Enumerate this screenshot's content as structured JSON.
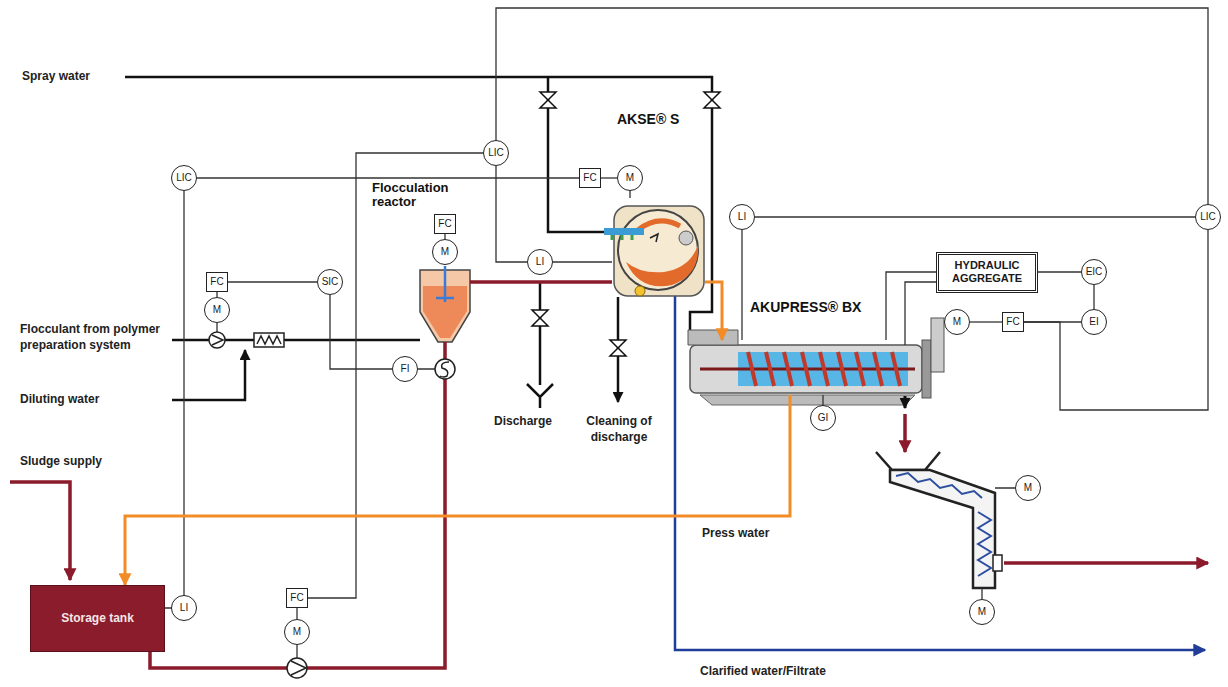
{
  "diagram": {
    "nodes": [
      {
        "text": [
          "LIC"
        ]
      },
      {
        "text": [
          "LIC"
        ]
      },
      {
        "text": [
          "FC"
        ]
      },
      {
        "text": [
          "M"
        ]
      },
      {
        "text": [
          "Flocculation reactor"
        ]
      },
      {
        "text": [
          "FC"
        ]
      },
      {
        "text": [
          "M"
        ]
      },
      {
        "text": [
          "AKSE® S"
        ]
      },
      {
        "text": [
          "FC"
        ]
      },
      {
        "text": [
          "M"
        ]
      },
      {
        "text": [
          "SIC"
        ]
      },
      {
        "text": [
          "LI"
        ]
      },
      {
        "text": [
          "LI"
        ]
      },
      {
        "text": [
          "LIC"
        ]
      },
      {
        "text": [
          "HYDRAULIC AGGREGATE"
        ]
      },
      {
        "text": [
          "EIC"
        ]
      },
      {
        "text": [
          "EI"
        ]
      },
      {
        "text": [
          "M"
        ]
      },
      {
        "text": [
          "FC"
        ]
      },
      {
        "text": [
          "AKUPRESS® BX"
        ]
      },
      {
        "text": [
          "FI"
        ]
      },
      {
        "text": [
          "GI"
        ]
      },
      {
        "text": [
          "Storage tank"
        ]
      },
      {
        "text": [
          "LI"
        ]
      },
      {
        "text": [
          "FC"
        ]
      },
      {
        "text": [
          "M"
        ]
      },
      {
        "text": [
          "M"
        ]
      },
      {
        "text": [
          "M"
        ]
      }
    ],
    "edges": [
      {
        "from": 23,
        "to": 0,
        "arrow": "none"
      },
      {
        "from": 0,
        "to": 2,
        "arrow": "none"
      },
      {
        "from": 2,
        "to": 3,
        "arrow": "none"
      },
      {
        "from": 1,
        "to": 24,
        "arrow": "none"
      },
      {
        "from": 1,
        "to": 11,
        "arrow": "none"
      },
      {
        "from": 8,
        "to": 9,
        "arrow": "none"
      },
      {
        "from": 8,
        "to": 10,
        "arrow": "none"
      },
      {
        "from": 10,
        "to": 20,
        "arrow": "none"
      },
      {
        "from": 5,
        "to": 6,
        "arrow": "none"
      },
      {
        "from": 12,
        "to": 13,
        "arrow": "none"
      },
      {
        "from": 13,
        "to": 18,
        "arrow": "none"
      },
      {
        "from": 14,
        "to": 15,
        "arrow": "none"
      },
      {
        "from": 15,
        "to": 16,
        "arrow": "none"
      },
      {
        "from": 16,
        "to": 18,
        "arrow": "none"
      },
      {
        "from": 18,
        "to": 17,
        "arrow": "none"
      },
      {
        "from": 24,
        "to": 25,
        "arrow": "none"
      },
      {
        "from": 13,
        "to": 1,
        "arrow": "none"
      },
      {
        "from": 14,
        "to": 19,
        "arrow": "none"
      },
      {
        "from": 22,
        "to": 4,
        "arrow": "none"
      },
      {
        "from": 4,
        "to": 7,
        "arrow": "none"
      },
      {
        "from": 7,
        "to": 19,
        "arrow": "to"
      },
      {
        "from": 19,
        "to": 22,
        "label": "Press water",
        "arrow": "to"
      },
      {
        "from": 21,
        "to": 19,
        "arrow": "none"
      },
      {
        "from": 12,
        "to": 19,
        "arrow": "none"
      },
      {
        "from": 11,
        "to": 7,
        "arrow": "none"
      },
      {
        "from": 23,
        "to": 22,
        "arrow": "none"
      },
      {
        "from": 3,
        "to": 7,
        "arrow": "none"
      }
    ],
    "labels": [
      "Spray water",
      "Flocculant from polymer preparation system",
      "Diluting water",
      "Sludge supply",
      "Discharge",
      "Cleaning of discharge",
      "Clarified water/Filtrate"
    ]
  }
}
